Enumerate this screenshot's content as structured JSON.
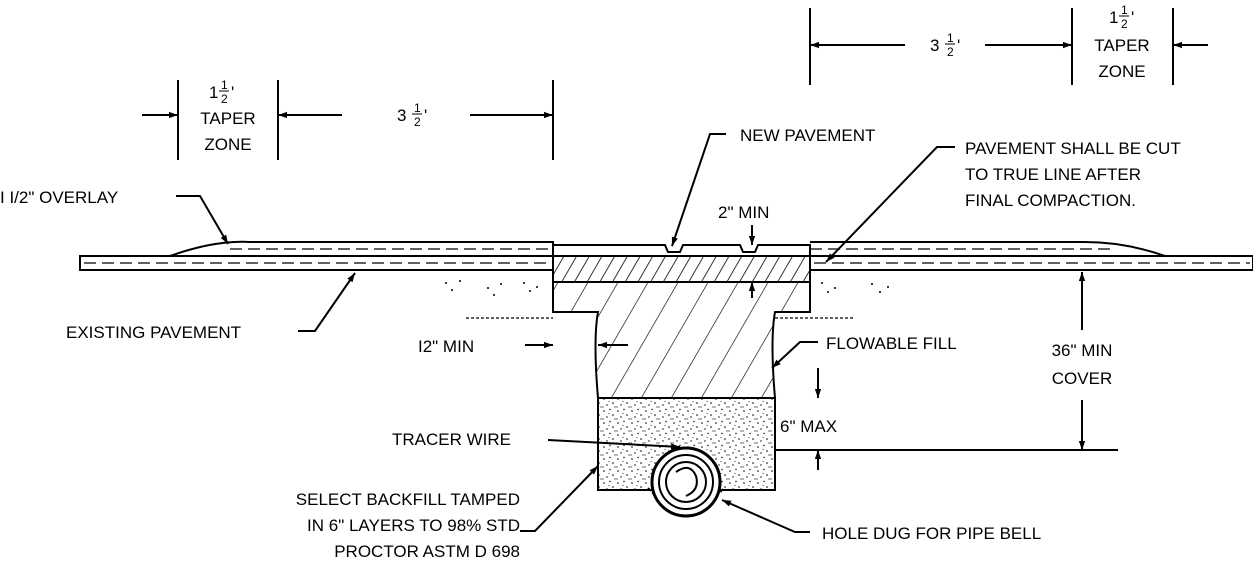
{
  "labels": {
    "taper_one": "1",
    "taper_half_num": "1",
    "taper_half_den": "2",
    "taper_prime": "'",
    "taper_word1": "TAPER",
    "taper_word2": "ZONE",
    "dim_three": "3",
    "overlay": "I I/2\" OVERLAY",
    "new_pavement": "NEW PAVEMENT",
    "cut_note_1": "PAVEMENT SHALL BE CUT",
    "cut_note_2": "TO TRUE LINE AFTER",
    "cut_note_3": "FINAL COMPACTION.",
    "two_min": "2\" MIN",
    "existing_pavement": "EXISTING PAVEMENT",
    "twelve_min": "I2\" MIN",
    "flowable_fill": "FLOWABLE FILL",
    "cover_1": "36\" MIN",
    "cover_2": "COVER",
    "six_max": "6\" MAX",
    "tracer_wire": "TRACER WIRE",
    "backfill_1": "SELECT BACKFILL TAMPED",
    "backfill_2": "IN 6\" LAYERS TO 98% STD",
    "backfill_3": "PROCTOR ASTM D 698",
    "hole_dug": "HOLE DUG FOR PIPE BELL"
  },
  "colors": {
    "line": "#000000",
    "hatch": "#444444",
    "paper": "#ffffff"
  }
}
